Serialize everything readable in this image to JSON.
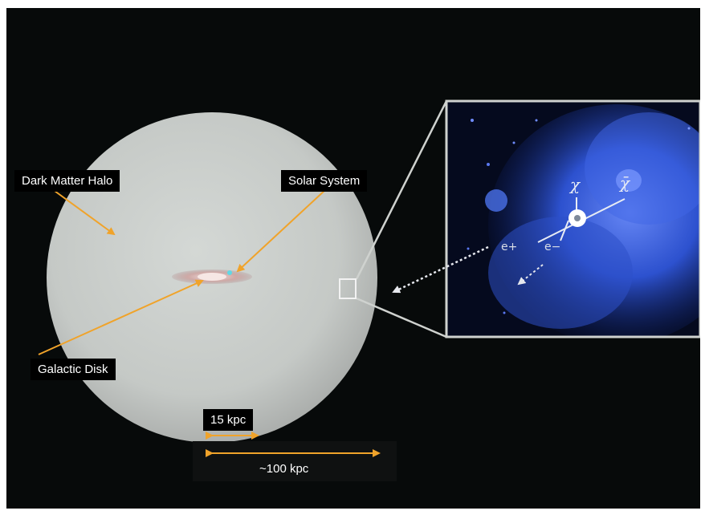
{
  "labels": {
    "dark_matter_halo": "Dark Matter Halo",
    "solar_system": "Solar System",
    "galactic_disk": "Galactic Disk",
    "scale_small": "15 kpc",
    "scale_large": "~100 kpc"
  },
  "inset": {
    "particle_left": "χ",
    "particle_right": "χ̄",
    "positron": "e+",
    "electron": "e−"
  },
  "colors": {
    "background": "#070a0a",
    "halo": "#c9cdca",
    "arrow": "#f0a32a",
    "inset_glow": "#3b62e0",
    "inset_frame": "#cfd2cf"
  }
}
